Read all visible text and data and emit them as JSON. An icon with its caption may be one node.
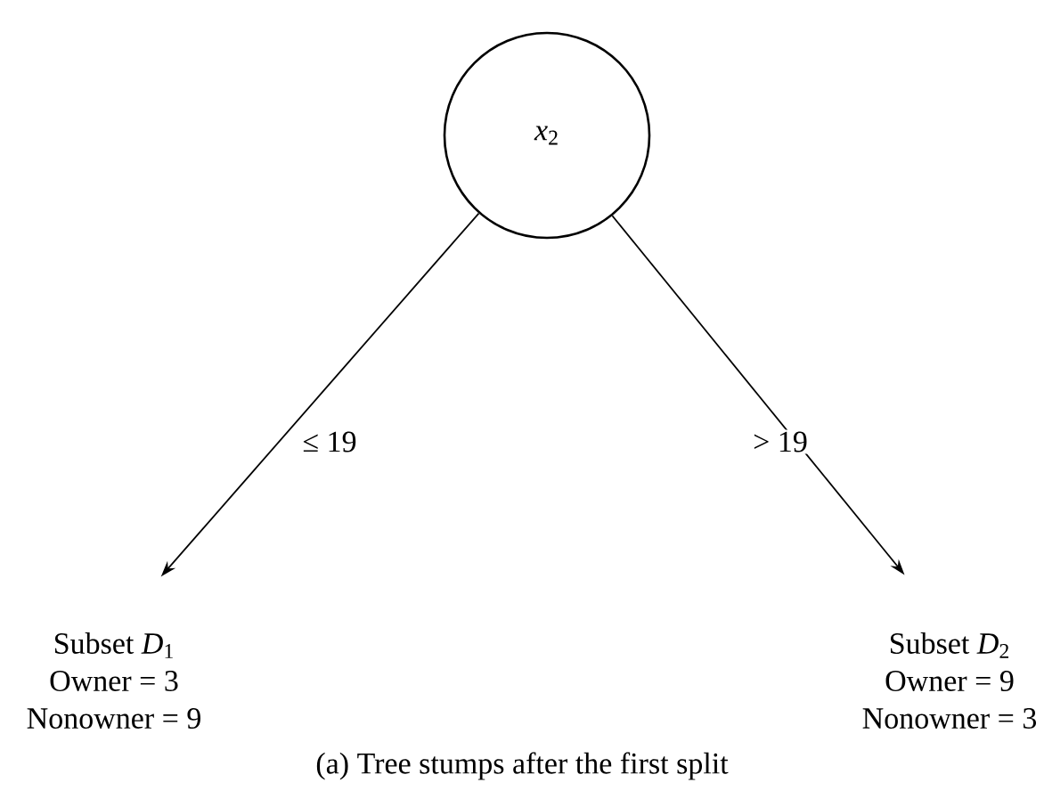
{
  "diagram": {
    "caption": "(a) Tree stumps after the first split",
    "nodes": [
      {
        "text": [
          "*x*$_{2}$"
        ]
      },
      {
        "text": [
          "Subset *D*$_{1}$",
          "Owner = 3",
          "Nonowner = 9"
        ]
      },
      {
        "text": [
          "Subset *D*$_{2}$",
          "Owner = 9",
          "Nonowner = 3"
        ]
      }
    ],
    "edges": [
      {
        "from": 0,
        "to": 1,
        "arrow": "to",
        "label": "≤ 19"
      },
      {
        "from": 0,
        "to": 2,
        "arrow": "to",
        "label": "> 19"
      }
    ]
  }
}
